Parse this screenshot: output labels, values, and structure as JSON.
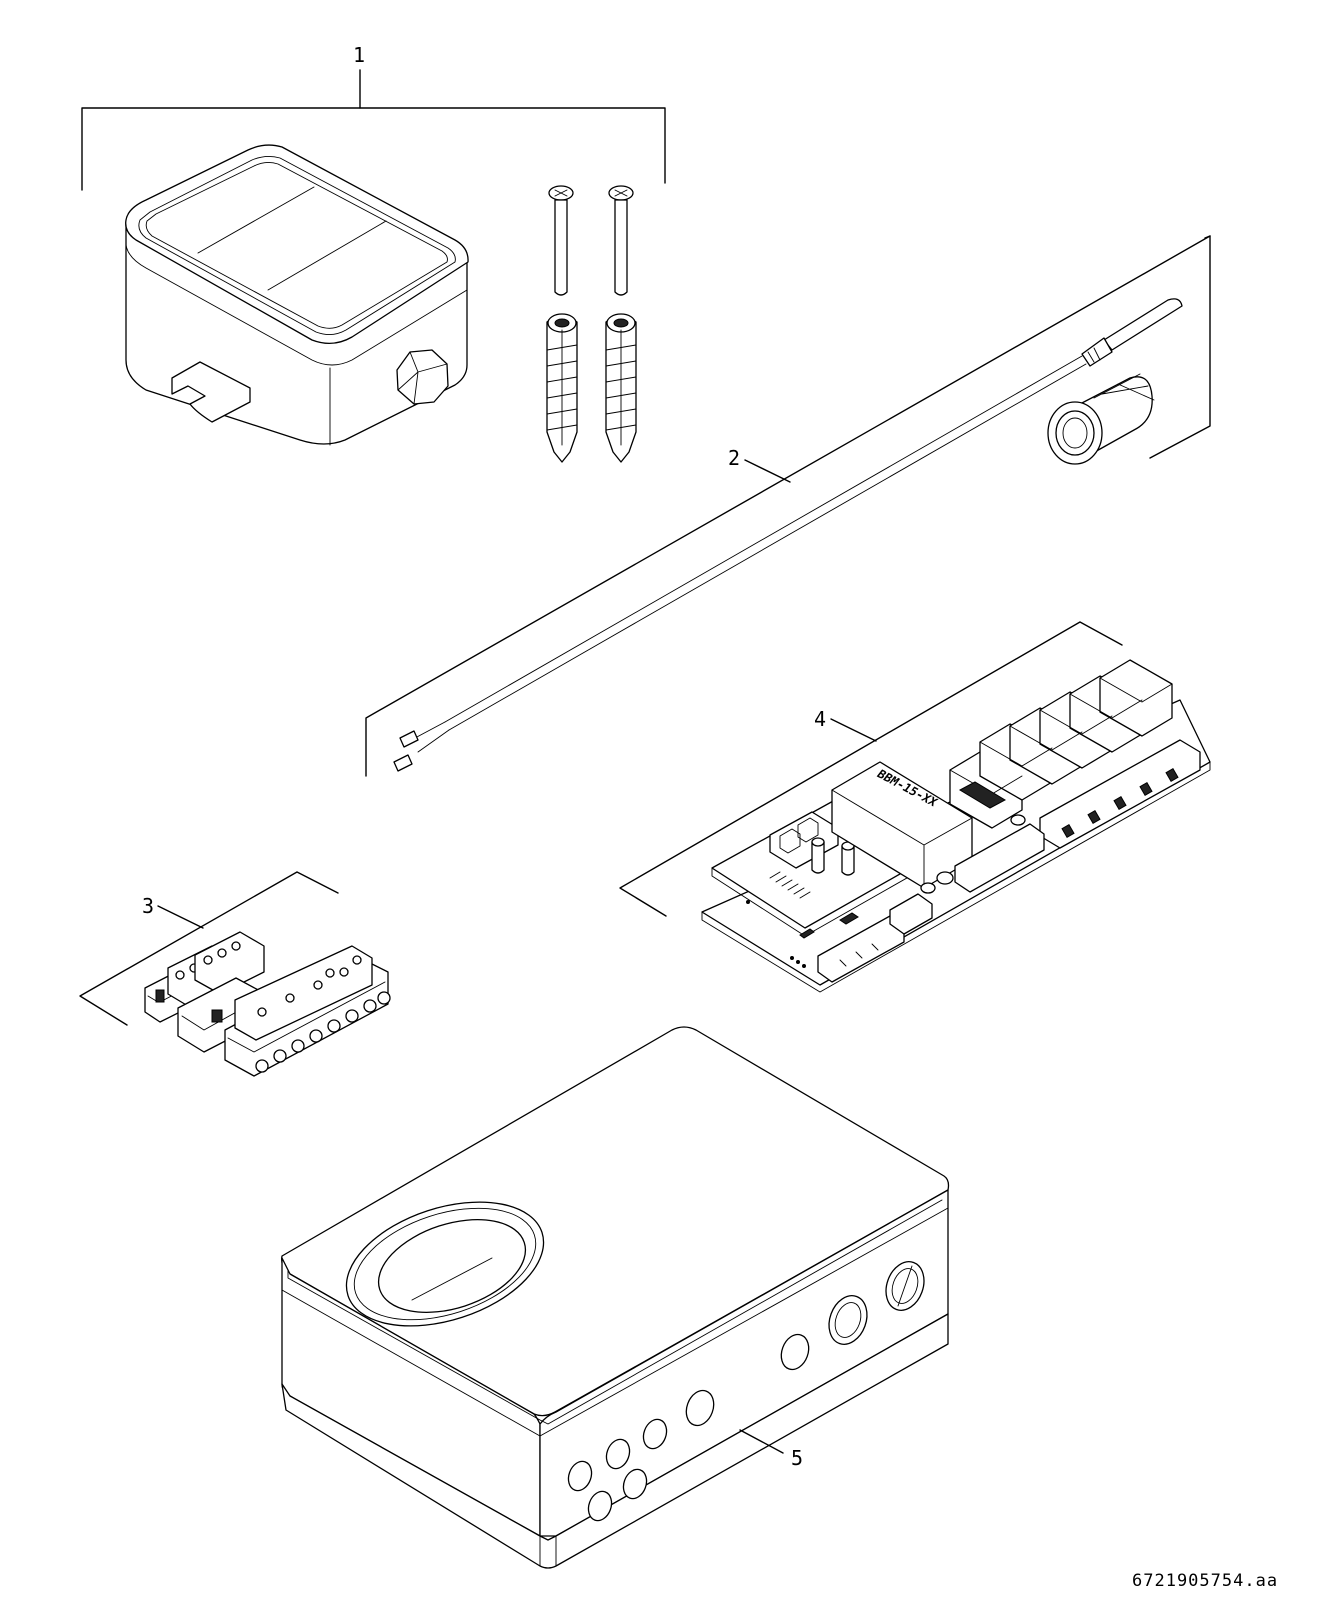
{
  "callouts": {
    "c1": "1",
    "c2": "2",
    "c3": "3",
    "c4": "4",
    "c5": "5"
  },
  "pcb_marking": "BBM-15-XX",
  "drawing_code": "6721905754.aa"
}
